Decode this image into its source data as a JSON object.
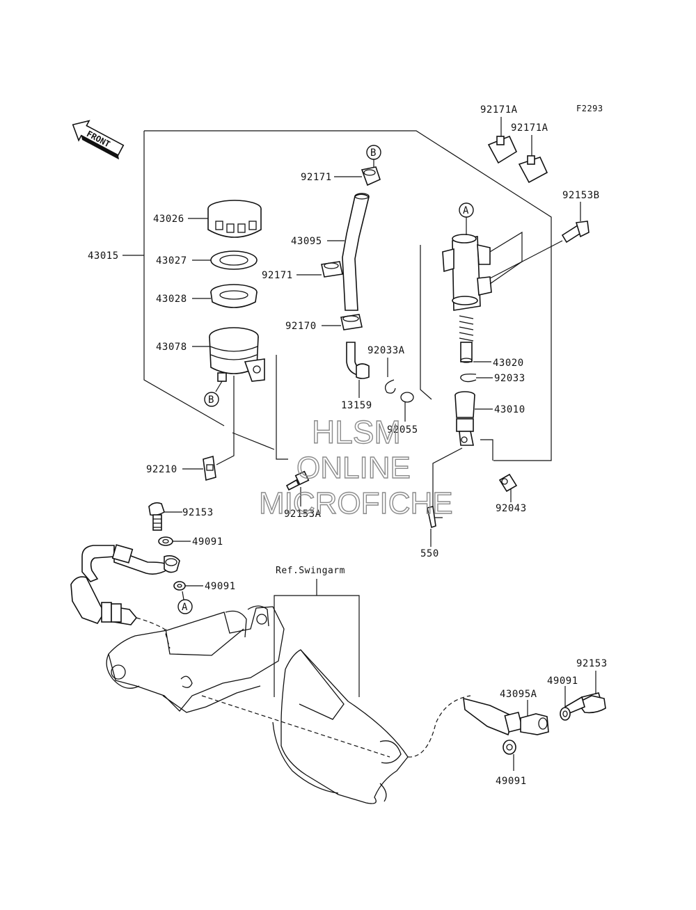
{
  "figure_code": "F2293",
  "front_label": "FRONT",
  "reference_label": "Ref.Swingarm",
  "callouts": {
    "a": "A",
    "b": "B"
  },
  "watermark": {
    "line1": "HLSM",
    "line2": "ONLINE",
    "line3": "MICROFICHE"
  },
  "parts": {
    "p43026": "43026",
    "p43027": "43027",
    "p43028": "43028",
    "p43078": "43078",
    "p43015": "43015",
    "p92210": "92210",
    "p92171_top": "92171",
    "p92171_mid": "92171",
    "p43095": "43095",
    "p92170": "92170",
    "p13159": "13159",
    "p92033A": "92033A",
    "p92055": "92055",
    "p92153A": "92153A",
    "p92171A_1": "92171A",
    "p92171A_2": "92171A",
    "p92153B": "92153B",
    "p43020": "43020",
    "p92033": "92033",
    "p43010": "43010",
    "p92043": "92043",
    "p550": "550",
    "p92153_left": "92153",
    "p49091_left1": "49091",
    "p49091_left2": "49091",
    "p92153_right": "92153",
    "p49091_right1": "49091",
    "p43095A": "43095A",
    "p49091_right2": "49091"
  }
}
